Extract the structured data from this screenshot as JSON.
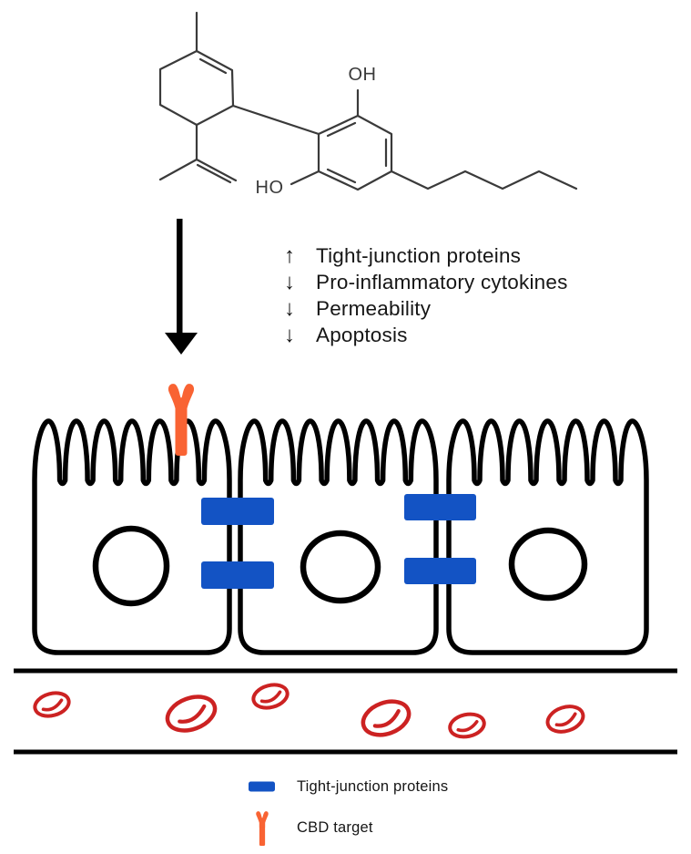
{
  "molecule": {
    "name": "cannabidiol-structure",
    "labels": {
      "hydroxyl_top": "OH",
      "hydroxyl_left": "HO"
    }
  },
  "effects_list": {
    "items": [
      {
        "glyph": "↑",
        "label": "Tight-junction proteins"
      },
      {
        "glyph": "↓",
        "label": "Pro-inflammatory cytokines"
      },
      {
        "glyph": "↓",
        "label": "Permeability"
      },
      {
        "glyph": "↓",
        "label": "Apoptosis"
      }
    ]
  },
  "legend": {
    "items": [
      {
        "icon": "tight-junction-bar-icon",
        "label": "Tight-junction proteins"
      },
      {
        "icon": "cbd-target-icon",
        "label": "CBD target"
      }
    ]
  },
  "diagram": {
    "epithelial_cells": 3,
    "nuclei": 3,
    "tight_junction_bars": 4,
    "red_blood_cells": 6,
    "cbd_receptors": 1
  },
  "colors": {
    "tight_junction_blue": "#1353C4",
    "cbd_target_orange": "#F96333",
    "rbc_red": "#CC2222",
    "outline_black": "#000000",
    "molecule_gray": "#3A3A3A"
  }
}
